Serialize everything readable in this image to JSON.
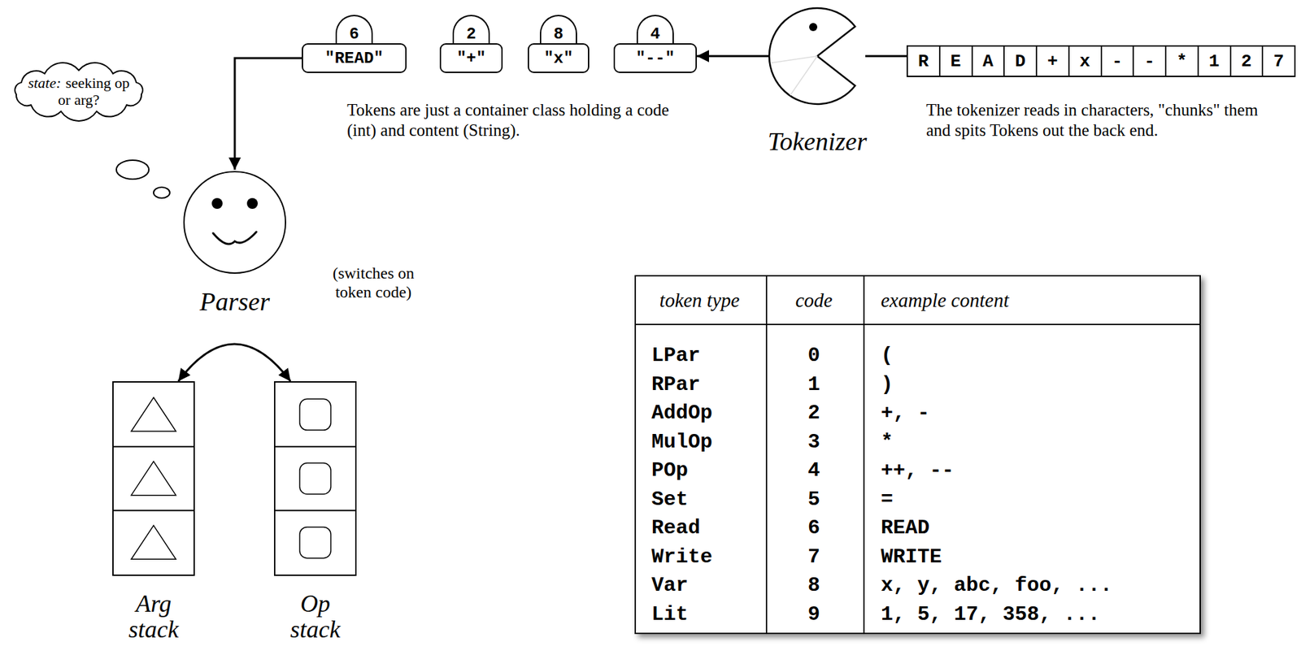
{
  "diagram": {
    "nodes": [
      {
        "text": [
          "state:",
          "seeking op or arg?"
        ]
      },
      {
        "text": [
          "6",
          "\"READ\""
        ]
      },
      {
        "text": [
          "2",
          "\"+\""
        ]
      },
      {
        "text": [
          "8",
          "\"x\""
        ]
      },
      {
        "text": [
          "4",
          "\"--\""
        ]
      },
      {
        "text": [
          "Tokenizer"
        ]
      },
      {
        "text": [
          "R"
        ]
      },
      {
        "text": [
          "E"
        ]
      },
      {
        "text": [
          "A"
        ]
      },
      {
        "text": [
          "D"
        ]
      },
      {
        "text": [
          "+"
        ]
      },
      {
        "text": [
          "x"
        ]
      },
      {
        "text": [
          "-"
        ]
      },
      {
        "text": [
          "-"
        ]
      },
      {
        "text": [
          "*"
        ]
      },
      {
        "text": [
          "1"
        ]
      },
      {
        "text": [
          "2"
        ]
      },
      {
        "text": [
          "7"
        ]
      },
      {
        "text": [
          "Parser"
        ]
      },
      {
        "text": [
          "Arg stack"
        ]
      },
      {
        "text": [
          "Op stack"
        ]
      }
    ],
    "edges": [
      {
        "from": 6,
        "to": 5,
        "arrow": "none"
      },
      {
        "from": 5,
        "to": 4,
        "arrow": "to"
      },
      {
        "from": 1,
        "to": 18,
        "arrow": "to"
      },
      {
        "from": 19,
        "to": 20,
        "arrow": "both"
      }
    ],
    "labels": [
      "Tokens are just a container class holding a code (int) and content (String).",
      "The tokenizer reads in characters, \"chunks\" them and spits Tokens out the back end.",
      "(switches on token code)",
      "token type",
      "code",
      "example content",
      "LPar",
      "0",
      "(",
      "RPar",
      "1",
      ")",
      "AddOp",
      "2",
      "+, -",
      "MulOp",
      "3",
      "*",
      "POp",
      "4",
      "++, --",
      "Set",
      "5",
      "=",
      "Read",
      "6",
      "READ",
      "Write",
      "7",
      "WRITE",
      "Var",
      "8",
      "x, y, abc, foo, ...",
      "Lit",
      "9",
      "1, 5, 17, 358, ..."
    ]
  }
}
